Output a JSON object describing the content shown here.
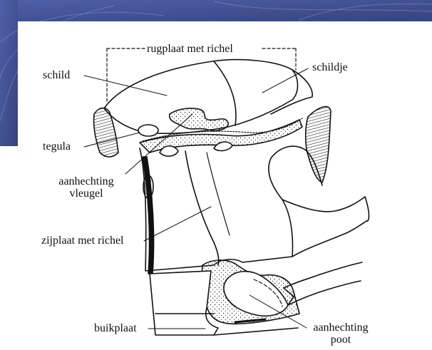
{
  "labels": {
    "rugplaat": "rugplaat met richel",
    "schild": "schild",
    "schildje": "schildje",
    "tegula": "tegula",
    "aanhechting_vleugel_1": "aanhechting",
    "aanhechting_vleugel_2": "vleugel",
    "zijplaat": "zijplaat met richel",
    "buikplaat": "buikplaat",
    "aanhechting_poot_1": "aanhechting",
    "aanhechting_poot_2": "poot"
  },
  "colors": {
    "background_slide": "#3f4d8f",
    "panel": "#ffffff",
    "line": "#111111"
  }
}
